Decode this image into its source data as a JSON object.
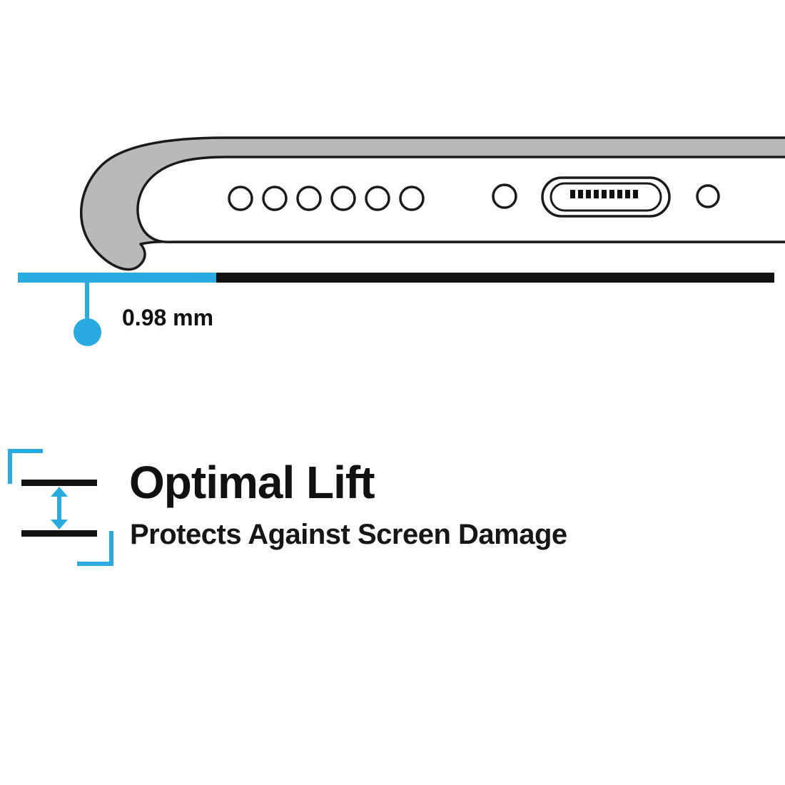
{
  "colors": {
    "accent": "#29abe2",
    "ink": "#111111",
    "case_gray": "#b9b9b9",
    "outline": "#1a1a1a",
    "background": "#ffffff"
  },
  "illustration": {
    "subject": "bottom edge of phone in case showing raised front lip",
    "speaker_hole_count": 6
  },
  "measurement": {
    "value": "0.98 mm"
  },
  "feature": {
    "title": "Optimal Lift",
    "subtitle": "Protects Against Screen Damage"
  },
  "icons": {
    "lift_gap_icon": "vertical double-arrow between two surfaces with cyan corner brackets",
    "measurement_dot": "filled cyan circle leader marker"
  }
}
